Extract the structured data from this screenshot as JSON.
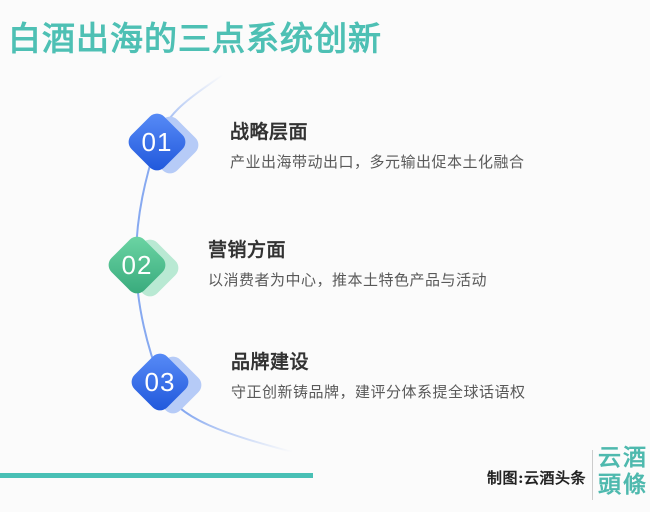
{
  "title": {
    "text": "白酒出海的三点系统创新",
    "color": "#4ec0b4"
  },
  "steps": [
    {
      "number": "01",
      "heading": "战略层面",
      "description": "产业出海带动出口，多元输出促本土化融合",
      "accent_from": "#5b8ef8",
      "accent_to": "#1d55da",
      "echo_color": "#b6cbf7"
    },
    {
      "number": "02",
      "heading": "营销方面",
      "description": "以消费者为中心，推本土特色产品与活动",
      "accent_from": "#6fd7a6",
      "accent_to": "#35a87a",
      "echo_color": "#b9e9d3"
    },
    {
      "number": "03",
      "heading": "品牌建设",
      "description": "守正创新铸品牌，建评分体系提全球话语权",
      "accent_from": "#5b8ef8",
      "accent_to": "#1d55da",
      "echo_color": "#b6cbf7"
    }
  ],
  "decor": {
    "curve_color": "#7aa0ef",
    "underline_color": "#49c0b5"
  },
  "footer": {
    "credit": "制图:云酒头条",
    "logo_chars": [
      "云",
      "酒",
      "頭",
      "條"
    ],
    "logo_color": "#4eb9ae"
  }
}
